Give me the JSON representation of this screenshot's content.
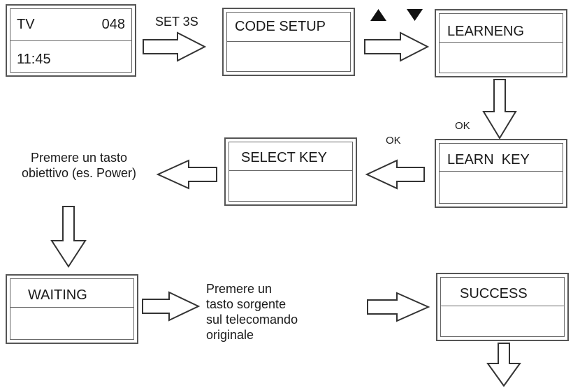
{
  "screens": {
    "tv": {
      "label": "TV",
      "channel": "048",
      "time": "11:45"
    },
    "code_setup": {
      "label": "CODE SETUP"
    },
    "learning": {
      "label": "LEARNENG"
    },
    "learn_key": {
      "label": "LEARN  KEY"
    },
    "select_key": {
      "label": "SELECT KEY"
    },
    "waiting": {
      "label": "WAITING"
    },
    "success": {
      "label": "SUCCESS"
    }
  },
  "annotations": {
    "set_3s": "SET 3S",
    "ok_down": "OK",
    "ok_left": "OK",
    "press_target_line1": "Premere un tasto",
    "press_target_line2": "obiettivo (es. Power)",
    "press_source_line1": "Premere un",
    "press_source_line2": "tasto sorgente",
    "press_source_line3": "sul telecomando",
    "press_source_line4": "originale"
  },
  "icons": [
    "up-triangle-icon",
    "down-triangle-icon",
    "hollow-arrow-icon"
  ]
}
